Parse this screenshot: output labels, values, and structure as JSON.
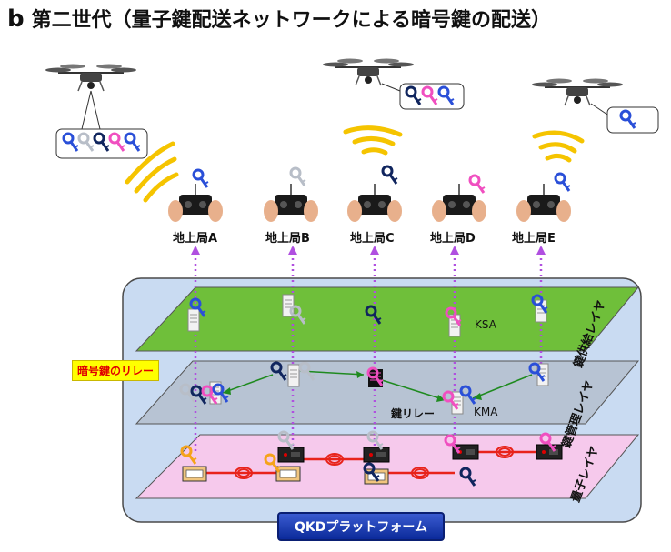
{
  "title": {
    "letter": "b",
    "text": "第二世代（量子鍵配送ネットワークによる暗号鍵の配送）"
  },
  "stations": [
    "地上局A",
    "地上局B",
    "地上局C",
    "地上局D",
    "地上局E"
  ],
  "layers": {
    "supply": "鍵供給レイヤ",
    "management": "鍵管理レイヤ",
    "quantum": "量子レイヤ"
  },
  "labels": {
    "relay_label": "暗号鍵のリレー",
    "ksa": "KSA",
    "kma": "KMA",
    "key_relay": "鍵リレー",
    "platform": "QKDプラットフォーム"
  },
  "colors": {
    "supply_layer": "#6fbf3a",
    "management_layer": "#b7c3d3",
    "quantum_layer": "#f6c9ec",
    "platform_bg": "#c9dbf2",
    "key_blue": "#2a4fd8",
    "key_pink": "#f04fc0",
    "key_navy": "#10255e",
    "key_light": "#d8dde4",
    "key_orange": "#f5a31a",
    "wave": "#f5c400",
    "purple_dots": "#b04fe0"
  }
}
